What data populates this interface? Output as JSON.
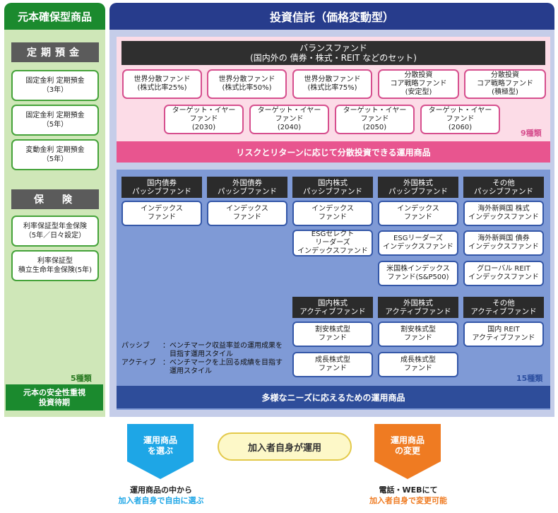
{
  "left": {
    "header": "元本確保型商品",
    "deposit_title": "定期預金",
    "deposits": [
      {
        "line1": "固定金利 定期預金",
        "line2": "（3年）"
      },
      {
        "line1": "固定金利 定期預金",
        "line2": "（5年）"
      },
      {
        "line1": "変動金利 定期預金",
        "line2": "（5年）"
      }
    ],
    "insurance_title": "保　険",
    "insurances": [
      {
        "line1": "利率保証型年金保険",
        "line2": "（5年／日々設定）"
      },
      {
        "line1": "利率保証型",
        "line2": "積立生命年金保険(5年)"
      }
    ],
    "count": "5種類",
    "band_line1": "元本の安全性重視",
    "band_line2": "投資待期"
  },
  "right": {
    "header": "投資信託（価格変動型）",
    "balance": {
      "title": "バランスファンド",
      "subtitle": "(国内外の 債券・株式・REIT などのセット)",
      "row1": [
        {
          "line1": "世界分散ファンド",
          "line2": "(株式比率25%)"
        },
        {
          "line1": "世界分散ファンド",
          "line2": "(株式比率50%)"
        },
        {
          "line1": "世界分散ファンド",
          "line2": "(株式比率75%)"
        },
        {
          "line1": "分散投資",
          "line2": "コア戦略ファンド",
          "line3": "(安定型)"
        },
        {
          "line1": "分散投資",
          "line2": "コア戦略ファンド",
          "line3": "(積極型)"
        }
      ],
      "row2": [
        {
          "line1": "ターゲット・イヤー",
          "line2": "ファンド",
          "line3": "(2030)"
        },
        {
          "line1": "ターゲット・イヤー",
          "line2": "ファンド",
          "line3": "(2040)"
        },
        {
          "line1": "ターゲット・イヤー",
          "line2": "ファンド",
          "line3": "(2050)"
        },
        {
          "line1": "ターゲット・イヤー",
          "line2": "ファンド",
          "line3": "(2060)"
        }
      ],
      "count": "9種類",
      "band": "リスクとリターンに応じて分散投資できる運用商品"
    },
    "passive": {
      "headers": [
        {
          "line1": "国内債券",
          "line2": "パッシブファンド"
        },
        {
          "line1": "外国債券",
          "line2": "パッシブファンド"
        },
        {
          "line1": "国内株式",
          "line2": "パッシブファンド"
        },
        {
          "line1": "外国株式",
          "line2": "パッシブファンド"
        },
        {
          "line1": "その他",
          "line2": "パッシブファンド"
        }
      ],
      "col1": [
        {
          "line1": "インデックス",
          "line2": "ファンド"
        }
      ],
      "col2": [
        {
          "line1": "インデックス",
          "line2": "ファンド"
        }
      ],
      "col3": [
        {
          "line1": "インデックス",
          "line2": "ファンド"
        },
        {
          "line1": "ESGセレクト",
          "line2": "リーダーズ",
          "line3": "インデックスファンド"
        }
      ],
      "col4": [
        {
          "line1": "インデックス",
          "line2": "ファンド"
        },
        {
          "line1": "ESGリーダーズ",
          "line2": "インデックスファンド"
        },
        {
          "line1": "米国株インデックス",
          "line2": "ファンド(S&P500)"
        }
      ],
      "col5": [
        {
          "line1": "海外新興国 株式",
          "line2": "インデックスファンド"
        },
        {
          "line1": "海外新興国 債券",
          "line2": "インデックスファンド"
        },
        {
          "line1": "グローバル REIT",
          "line2": "インデックスファンド"
        }
      ]
    },
    "active": {
      "headers": [
        {
          "line1": "国内株式",
          "line2": "アクティブファンド"
        },
        {
          "line1": "外国株式",
          "line2": "アクティブファンド"
        },
        {
          "line1": "その他",
          "line2": "アクティブファンド"
        }
      ],
      "col3": [
        {
          "line1": "割安株式型",
          "line2": "ファンド"
        },
        {
          "line1": "成長株式型",
          "line2": "ファンド"
        }
      ],
      "col4": [
        {
          "line1": "割安株式型",
          "line2": "ファンド"
        },
        {
          "line1": "成長株式型",
          "line2": "ファンド"
        }
      ],
      "col5": [
        {
          "line1": "国内 REIT",
          "line2": "アクティブファンド"
        }
      ]
    },
    "legend": [
      {
        "key": "パッシブ",
        "text1": "：ベンチマーク収益率並の運用成果を",
        "text2": "　目指す運用スタイル"
      },
      {
        "key": "アクティブ",
        "text1": "：ベンチマークを上回る成績を目指す",
        "text2": "　運用スタイル"
      }
    ],
    "count": "15種類",
    "band": "多様なニーズに応えるための運用商品"
  },
  "bottom": {
    "select_line1": "運用商品",
    "select_line2": "を選ぶ",
    "self_operation": "加入者自身が運用",
    "change_line1": "運用商品",
    "change_line2": "の変更",
    "select_caption1": "運用商品の中から",
    "select_caption2": "加入者自身で自由に選ぶ",
    "change_caption1": "電話・WEBにて",
    "change_caption2": "加入者自身で変更可能"
  },
  "colors": {
    "green": "#1b8a2e",
    "navy": "#273c8c",
    "pink": "#e8558f",
    "blue_band": "#2e4d9a",
    "cyan": "#1ea6e6",
    "orange": "#ef7b22"
  }
}
